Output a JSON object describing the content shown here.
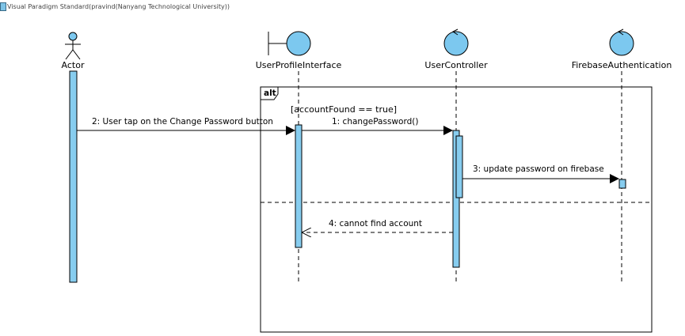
{
  "watermark": "Visual Paradigm Standard(pravind(Nanyang Technological University))",
  "colors": {
    "activation_fill": "#87cdef",
    "head_fill": "#7cc8ef",
    "line": "#000000"
  },
  "lifelines": [
    {
      "kind": "actor",
      "label": "Actor"
    },
    {
      "kind": "boundary",
      "label": "UserProfileInterface"
    },
    {
      "kind": "control",
      "label": "UserController"
    },
    {
      "kind": "control",
      "label": "FirebaseAuthentication"
    }
  ],
  "fragment": {
    "operator": "alt",
    "guard": "[accountFound == true]"
  },
  "messages": [
    {
      "label": "2: User tap on the Change Password button",
      "type": "synchronous"
    },
    {
      "label": "1: changePassword()",
      "type": "synchronous"
    },
    {
      "label": "3: update password on firebase",
      "type": "synchronous"
    },
    {
      "label": "4: cannot find account",
      "type": "return"
    }
  ]
}
